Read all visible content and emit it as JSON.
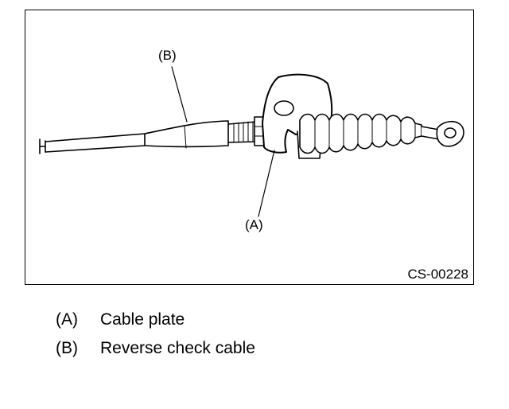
{
  "figure": {
    "callouts": {
      "b": "(B)",
      "a": "(A)"
    },
    "figure_id": "CS-00228"
  },
  "legend": [
    {
      "key": "(A)",
      "text": "Cable plate"
    },
    {
      "key": "(B)",
      "text": "Reverse check cable"
    }
  ]
}
